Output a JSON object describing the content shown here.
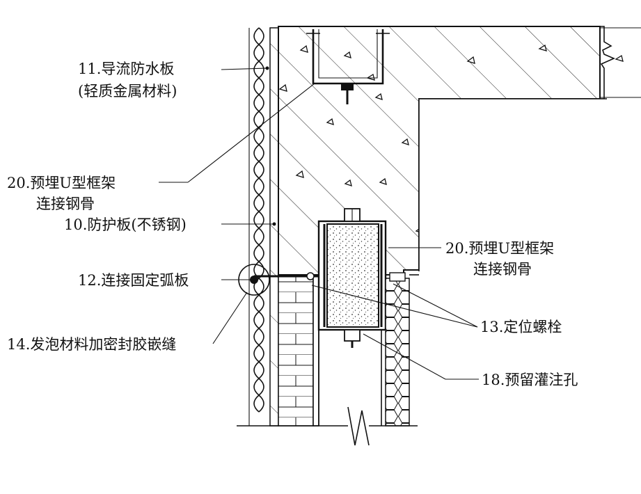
{
  "labels": {
    "l11a": "11.导流防水板",
    "l11b": "(轻质金属材料)",
    "l20a_line1": "20.预埋U型框架",
    "l20a_line2": "连接钢骨",
    "l10": "10.防护板(不锈钢)",
    "l12": "12.连接固定弧板",
    "l14": "14.发泡材料加密封胶嵌缝",
    "l20b_line1": "20.预埋U型框架",
    "l20b_line2": "连接钢骨",
    "l13": "13.定位螺栓",
    "l18": "18.预留灌注孔"
  },
  "colors": {
    "ink": "#111111",
    "paper": "#ffffff"
  }
}
